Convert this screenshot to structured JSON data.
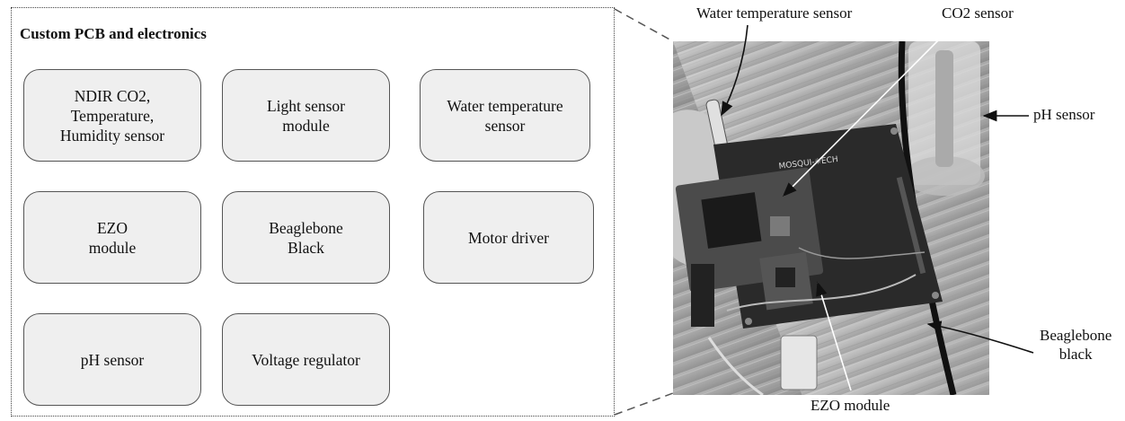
{
  "panel": {
    "title": "Custom PCB and electronics",
    "modules": [
      "NDIR CO2,\nTemperature,\nHumidity sensor",
      "Light sensor\nmodule",
      "Water temperature\nsensor",
      "EZO\nmodule",
      "Beaglebone\nBlack",
      "Motor driver",
      "pH sensor",
      "Voltage regulator"
    ]
  },
  "photo": {
    "board_silkscreen": "MOSQUI-✳ECH"
  },
  "callouts": {
    "water_temperature_sensor": "Water temperature sensor",
    "co2_sensor": "CO2 sensor",
    "ph_sensor": "pH sensor",
    "beaglebone_black": "Beaglebone\nblack",
    "ezo_module": "EZO module"
  }
}
